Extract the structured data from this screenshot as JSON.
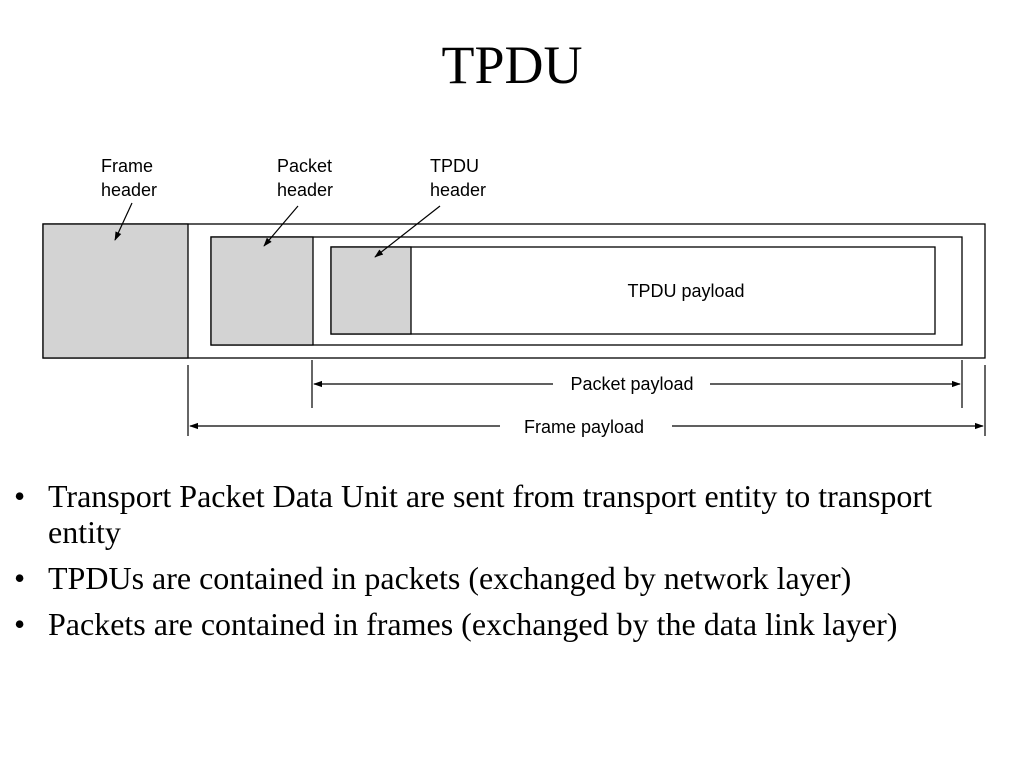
{
  "slide": {
    "title": "TPDU"
  },
  "diagram": {
    "labels": {
      "frame_header": [
        "Frame",
        "header"
      ],
      "packet_header": [
        "Packet",
        "header"
      ],
      "tpdu_header": [
        "TPDU",
        "header"
      ],
      "tpdu_payload": "TPDU payload",
      "packet_payload": "Packet payload",
      "frame_payload": "Frame payload"
    },
    "colors": {
      "header_fill": "#d3d3d3",
      "stroke": "#000000"
    }
  },
  "bullets": {
    "bullet_glyph": "•",
    "items": [
      {
        "text": "Transport Packet Data Unit are sent from transport entity to transport entity"
      },
      {
        "text": "TPDUs are contained in packets (exchanged by network layer)"
      },
      {
        "text": "Packets are contained in frames (exchanged by the data link layer)"
      }
    ]
  }
}
